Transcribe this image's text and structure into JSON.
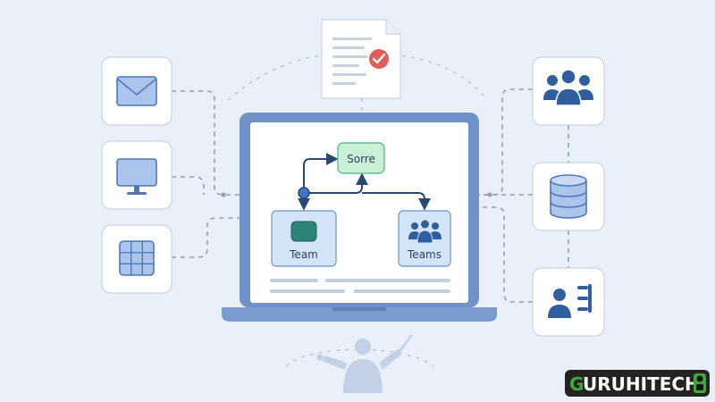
{
  "diagram": {
    "nodes": {
      "top_node": {
        "label": "Sorre"
      },
      "left_node": {
        "label": "Team"
      },
      "right_node": {
        "label": "Teams"
      }
    }
  },
  "brand": {
    "text": "URUHITECH",
    "initial": "G"
  },
  "colors": {
    "background": "#eaf0f9",
    "laptop_frame": "#6f93c8",
    "top_node_fill": "#c9f0d7",
    "top_node_stroke": "#5fbf85",
    "lower_node_fill": "#d4e4f7",
    "lower_node_stroke": "#7fa2cf",
    "icon_blue": "#2f5f9e",
    "check_red": "#e15b5b",
    "brand_green": "#3ea83a"
  },
  "icons": [
    "document-check-icon",
    "mail-icon",
    "monitor-icon",
    "grid-icon",
    "users-icon",
    "database-icon",
    "user-list-icon",
    "teal-square-icon",
    "conductor-figure-icon"
  ]
}
